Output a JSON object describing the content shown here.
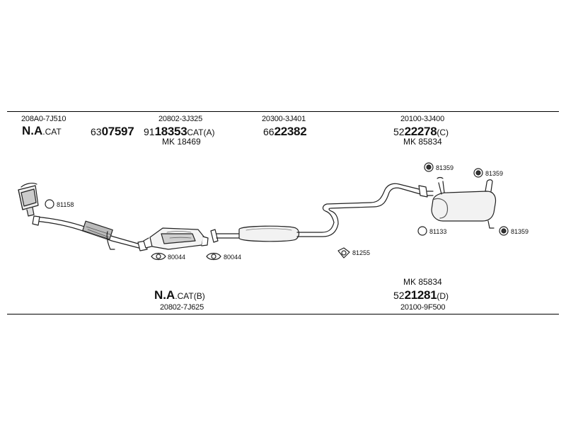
{
  "top_groups": [
    {
      "pn": "208A0-7J510",
      "prefix": "N.A",
      "suffix": ".CAT",
      "mk": ""
    },
    {
      "pn": "",
      "prefix": "63",
      "code": "07597",
      "suffix": "",
      "mk": ""
    },
    {
      "pn": "20802-3J325",
      "prefix": "91",
      "code": "18353",
      "suffix": "CAT(A)",
      "mk": "MK  18469"
    },
    {
      "pn": "20300-3J401",
      "prefix": "66",
      "code": "22382",
      "suffix": "",
      "mk": ""
    },
    {
      "pn": "20100-3J400",
      "prefix": "52",
      "code": "22278",
      "suffix": "(C)",
      "mk": "MK  85834"
    }
  ],
  "bottom_groups": [
    {
      "prefix": "N.A",
      "suffix": ".CAT(B)",
      "pn": "20802-7J625"
    },
    {
      "mk": "MK  85834",
      "prefix": "52",
      "code": "21281",
      "suffix": "(D)",
      "pn": "20100-9F500"
    }
  ],
  "refs": {
    "r81158": "81158",
    "r80044a": "80044",
    "r80044b": "80044",
    "r81255": "81255",
    "r81359a": "81359",
    "r81359b": "81359",
    "r81359c": "81359",
    "r81133": "81133"
  }
}
